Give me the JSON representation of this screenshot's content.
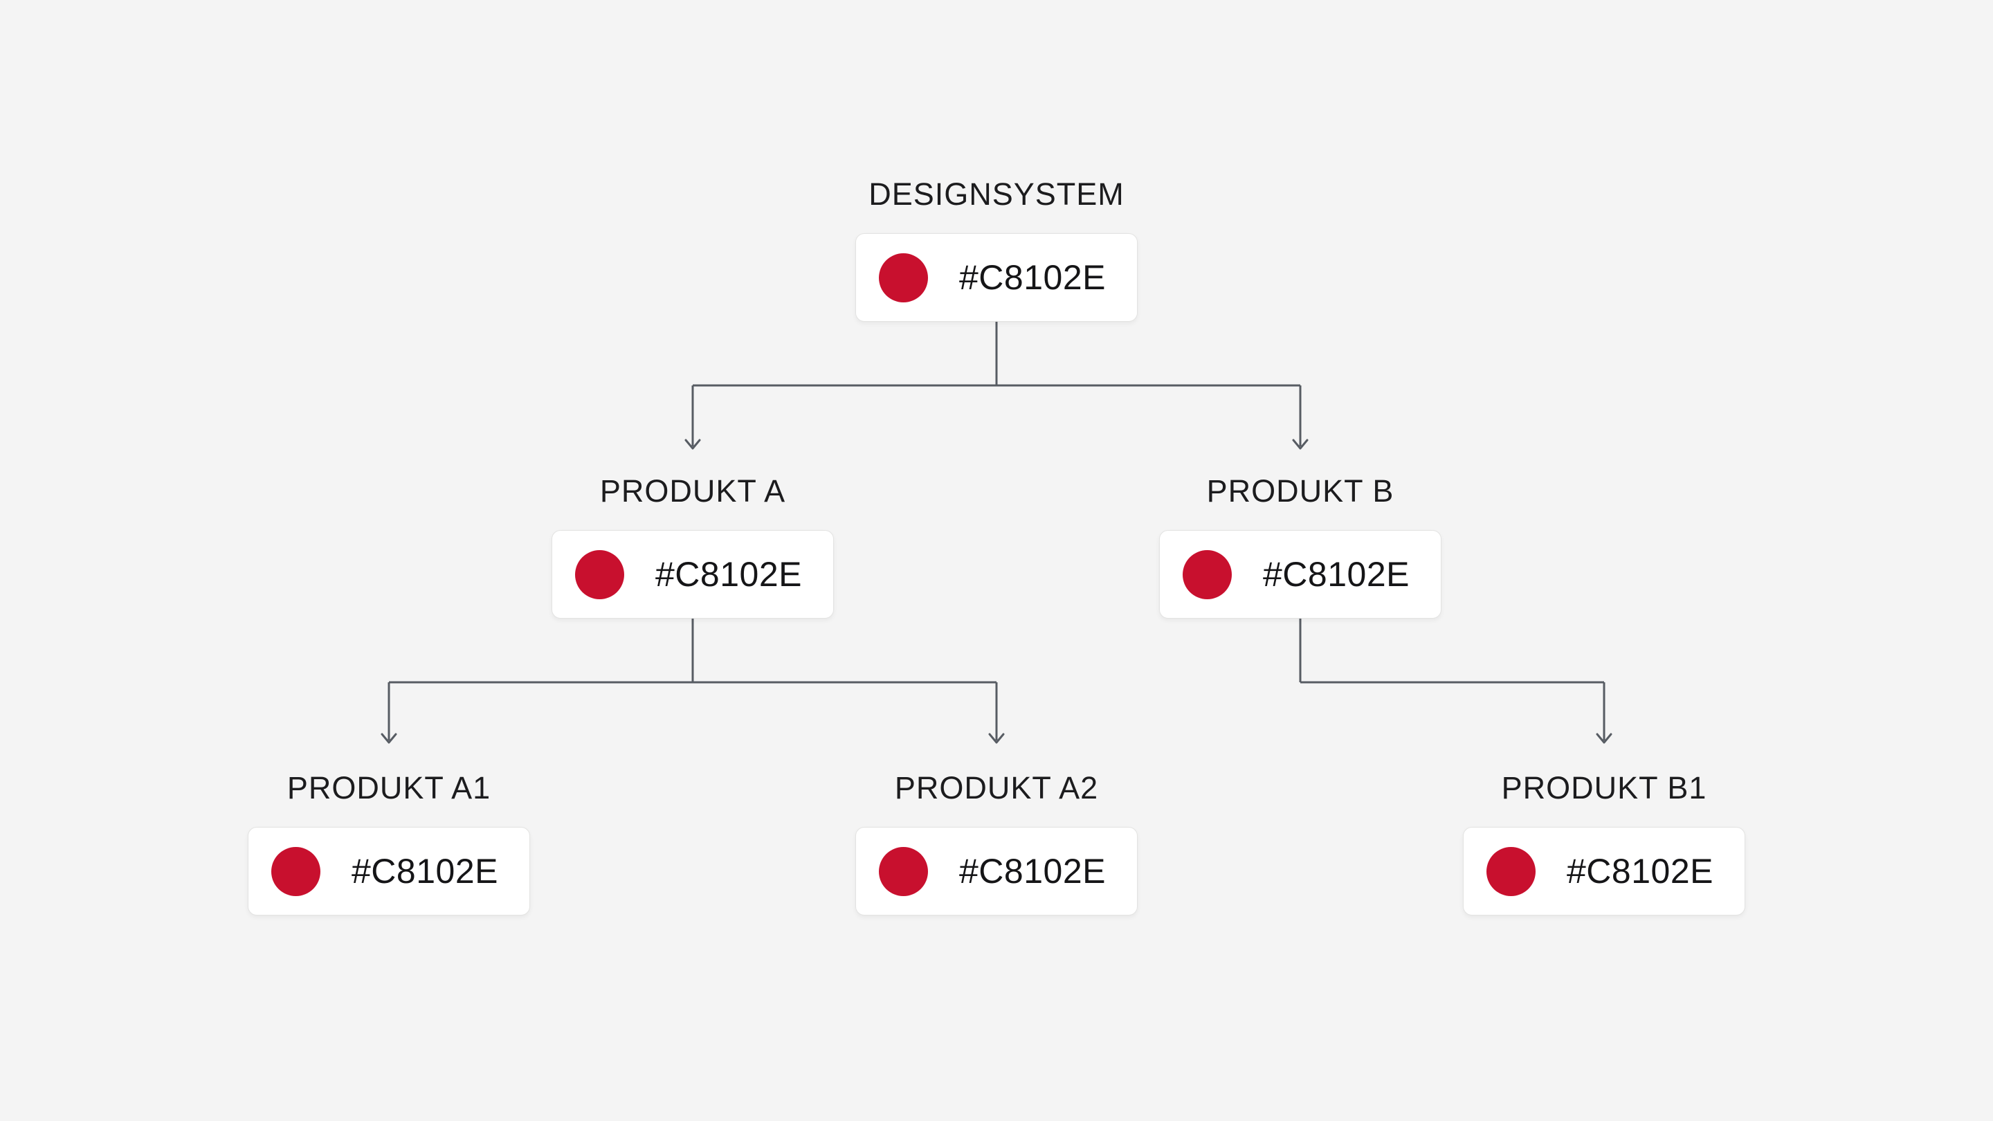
{
  "diagram": {
    "type": "tree",
    "description": "Design system color token inheritance diagram",
    "token_hex": "#C8102E"
  },
  "colors": {
    "background": "#f4f4f4",
    "card_background": "#ffffff",
    "card_border": "#e3e3e2",
    "connector": "#575c63",
    "label_text": "#1c1c1e",
    "hex_text": "#151517",
    "swatch": "#C8102E"
  },
  "nodes": [
    {
      "id": "designsystem",
      "label": "DESIGNSYSTEM",
      "hex": "#C8102E",
      "swatch": "#C8102E"
    },
    {
      "id": "produkt-a",
      "label": "PRODUKT A",
      "hex": "#C8102E",
      "swatch": "#C8102E"
    },
    {
      "id": "produkt-b",
      "label": "PRODUKT B",
      "hex": "#C8102E",
      "swatch": "#C8102E"
    },
    {
      "id": "produkt-a1",
      "label": "PRODUKT A1",
      "hex": "#C8102E",
      "swatch": "#C8102E"
    },
    {
      "id": "produkt-a2",
      "label": "PRODUKT A2",
      "hex": "#C8102E",
      "swatch": "#C8102E"
    },
    {
      "id": "produkt-b1",
      "label": "PRODUKT B1",
      "hex": "#C8102E",
      "swatch": "#C8102E"
    }
  ],
  "edges": [
    {
      "from": "designsystem",
      "to": "produkt-a"
    },
    {
      "from": "designsystem",
      "to": "produkt-b"
    },
    {
      "from": "produkt-a",
      "to": "produkt-a1"
    },
    {
      "from": "produkt-a",
      "to": "produkt-a2"
    },
    {
      "from": "produkt-b",
      "to": "produkt-b1"
    }
  ]
}
